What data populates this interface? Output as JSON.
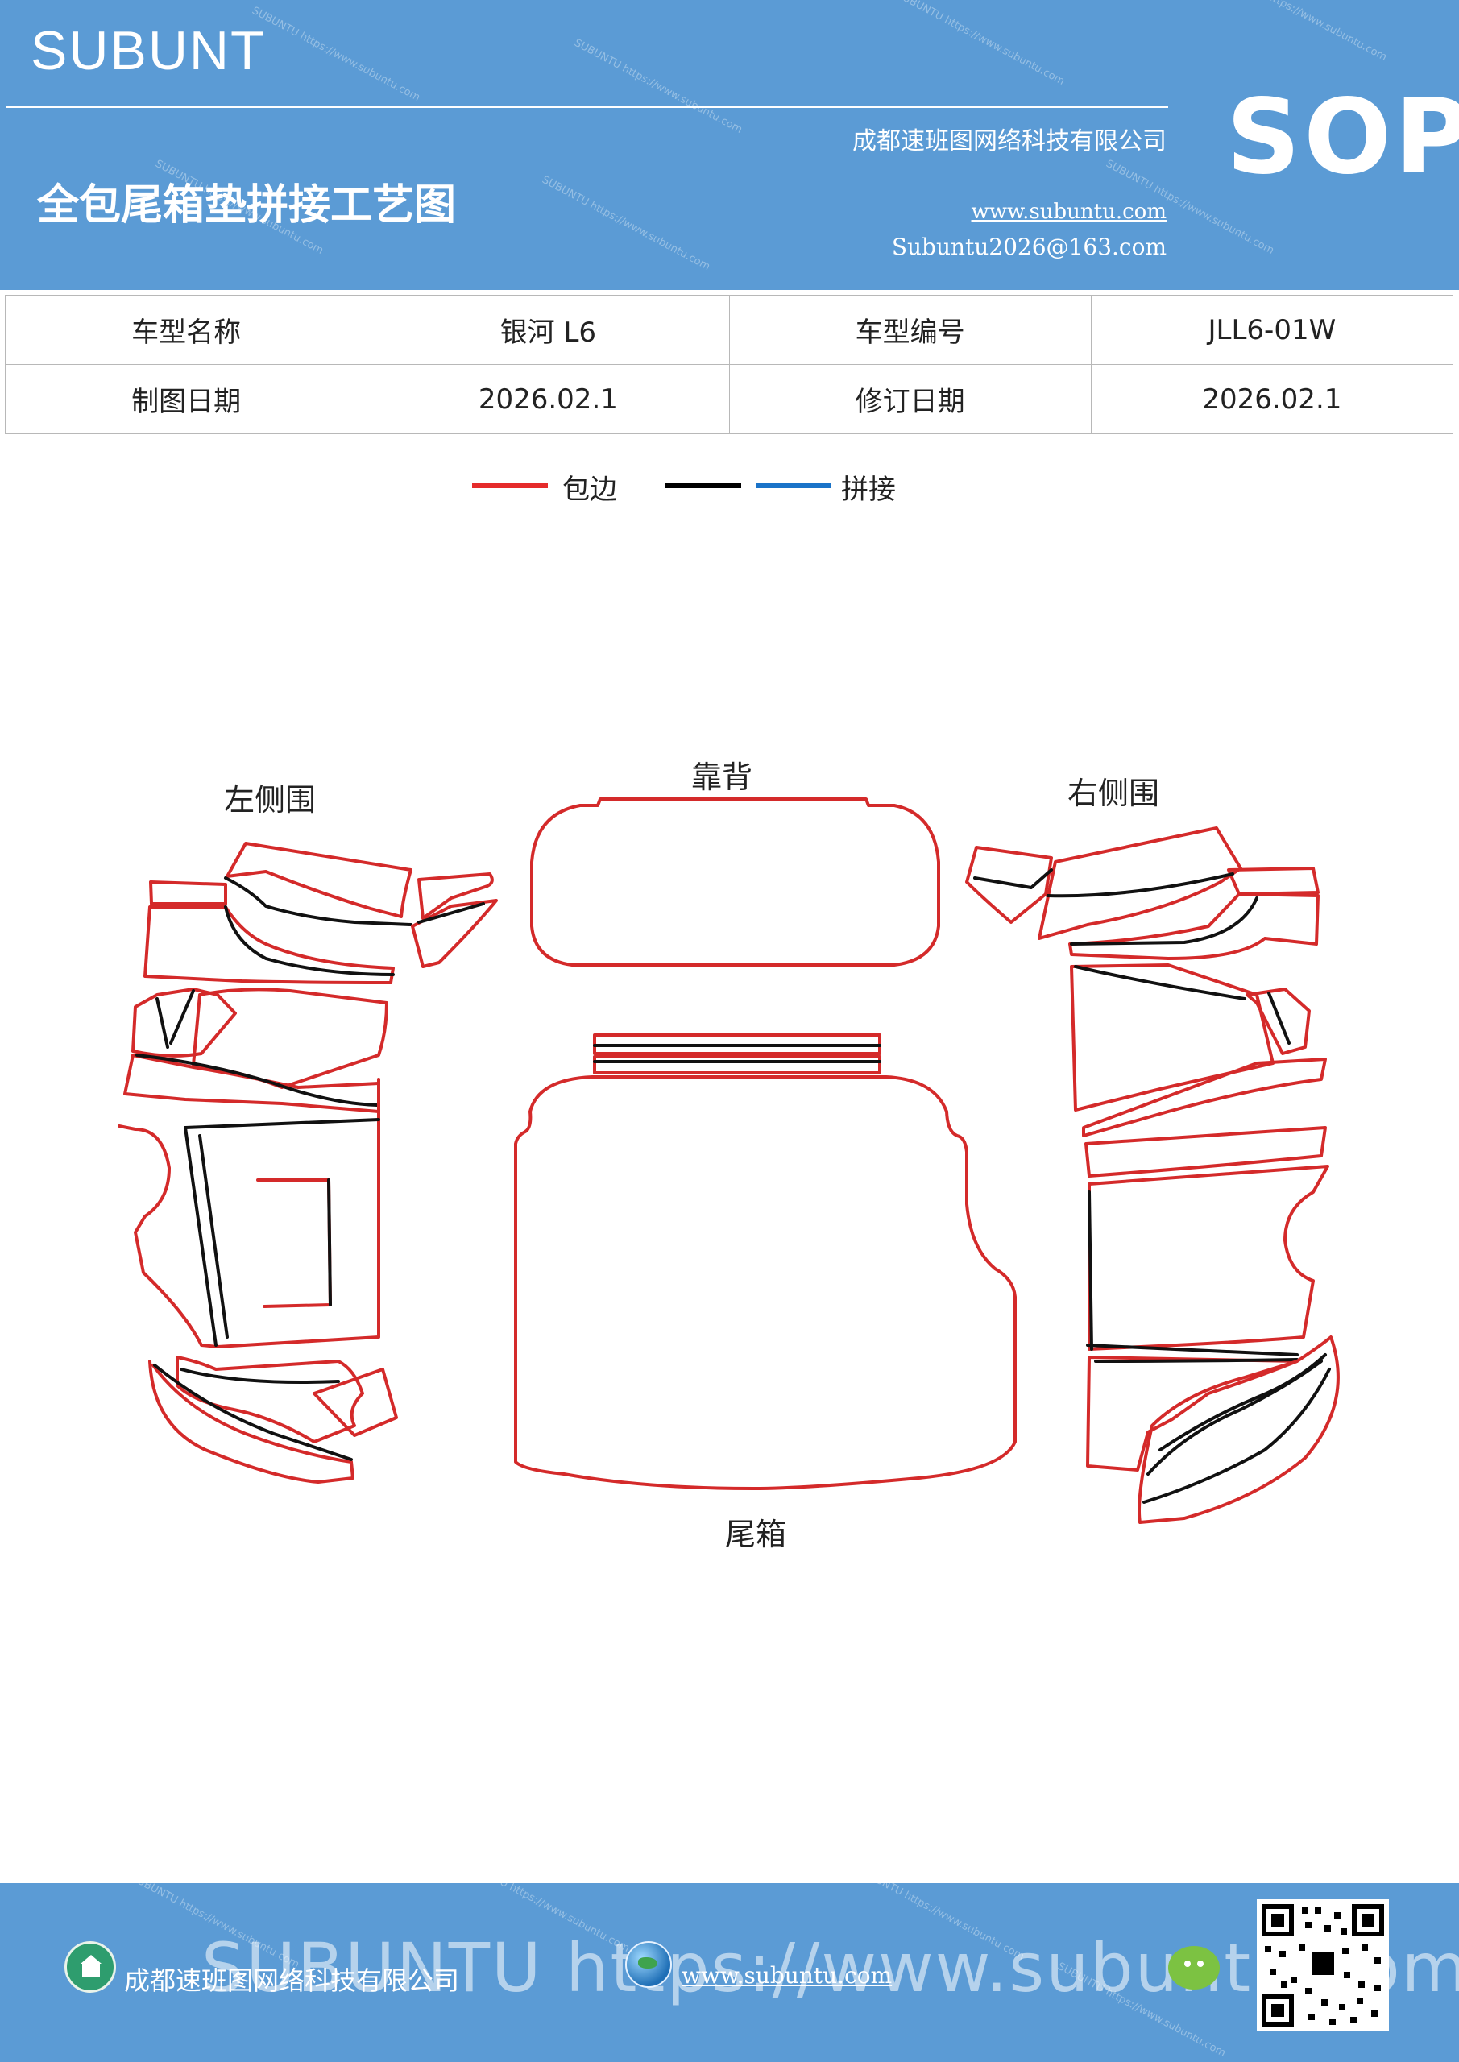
{
  "header": {
    "brand": "SUBUNT",
    "doc_type": "SOP",
    "title": "全包尾箱垫拼接工艺图",
    "company": "成都速班图网络科技有限公司",
    "website": "www.subuntu.com",
    "email": "Subuntu2026@163.com",
    "watermark_text": "SUBUNTU https://www.subuntu.com"
  },
  "info_table": {
    "rows": [
      [
        "车型名称",
        "银河 L6",
        "车型编号",
        "JLL6-01W"
      ],
      [
        "制图日期",
        "2026.02.1",
        "修订日期",
        "2026.02.1"
      ]
    ]
  },
  "legend": {
    "items": [
      {
        "label": "包边",
        "color": "#e52b2b"
      },
      {
        "label": "",
        "color": "#000000"
      },
      {
        "label": "拼接",
        "color": "#1a73c8"
      }
    ]
  },
  "diagram": {
    "labels": {
      "left": "左侧围",
      "back": "靠背",
      "right": "右侧围",
      "trunk": "尾箱"
    },
    "colors": {
      "edge": "#d42a2a",
      "seam": "#111111"
    }
  },
  "footer": {
    "company": "成都速班图网络科技有限公司",
    "big_text": "SUBUNTU https://www.subuntu.com",
    "website": "www.subuntu.com",
    "icons": [
      "home-icon",
      "globe-icon",
      "wechat-icon",
      "qr-code"
    ]
  }
}
